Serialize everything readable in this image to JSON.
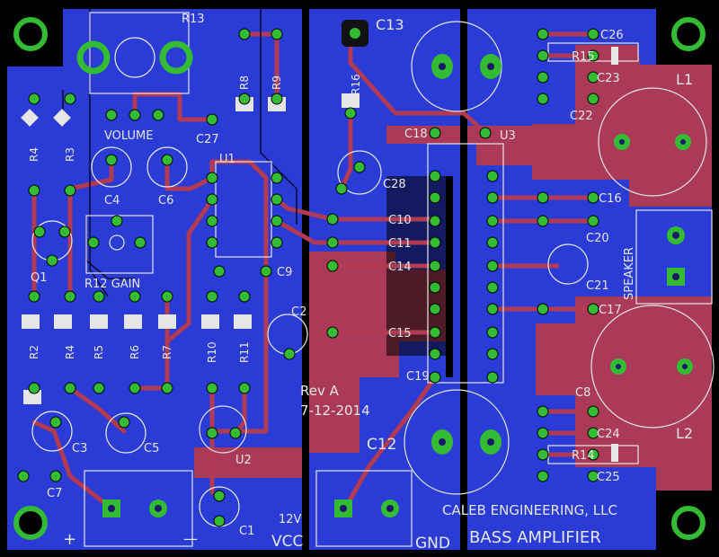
{
  "labels": {
    "r13": "R13",
    "c13": "C13",
    "c26": "C26",
    "r15": "R15",
    "c23": "C23",
    "l1": "L1",
    "c22": "C22",
    "r8": "R8",
    "r9": "R9",
    "r16": "R16",
    "c18": "C18",
    "u3": "U3",
    "volume": "VOLUME",
    "c27": "C27",
    "r4_top": "R4",
    "r3": "R3",
    "u1": "U1",
    "c4": "C4",
    "c6": "C6",
    "c28": "C28",
    "c16": "C16",
    "c10": "C10",
    "c11": "C11",
    "c14": "C14",
    "c20": "C20",
    "speaker": "SPEAKER",
    "q1": "Q1",
    "r12_gain": "R12 GAIN",
    "c9": "C9",
    "c21": "C21",
    "c17": "C17",
    "c2": "C2",
    "c15": "C15",
    "r2": "R2",
    "r4_bot": "R4",
    "r5": "R5",
    "r6": "R6",
    "r7": "R7",
    "r10": "R10",
    "r11": "R11",
    "c19": "C19",
    "rev": "Rev A",
    "date": "7-12-2014",
    "c8": "C8",
    "c3": "C3",
    "c5": "C5",
    "c12": "C12",
    "c24": "C24",
    "l2": "L2",
    "u2": "U2",
    "r14": "R14",
    "c25": "C25",
    "c7": "C7",
    "c1": "C1",
    "company": "CALEB ENGINEERING, LLC",
    "plus_left": "+",
    "minus_left": "—",
    "v12": "12V",
    "vcc": "VCC",
    "gnd": "GND",
    "title": "BASS AMPLIFIER"
  },
  "colors": {
    "background": "#000000",
    "copper_bottom": "#2a3bd6",
    "trace_top": "#b23a52",
    "pad_ring": "#33bb33",
    "silkscreen": "#e6e6e6",
    "drill": "#1a1a66"
  }
}
